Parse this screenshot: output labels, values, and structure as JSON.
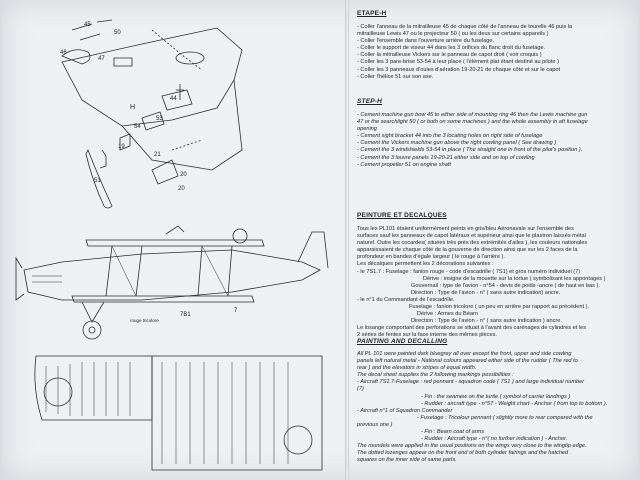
{
  "drawing": {
    "labels": {
      "l45": "45",
      "l46": "46",
      "l50": "50",
      "l47": "47",
      "lH": "H",
      "l44": "44",
      "l53": "53",
      "l54": "54",
      "l19": "19",
      "l20": "20",
      "l21": "21",
      "l51": "51",
      "l20b": "20",
      "rouge": "rouge tricolore",
      "l7b1": "7B1",
      "l7": "7"
    }
  },
  "etape_h": {
    "title": "ETAPE-H",
    "lines": [
      "- Coller l'anneau de la mitrailleuse 45 de chaque côté de l'anneau de tourelle 46 puis la",
      "mitrailleuse Lewis 47 ou le projecteur 50 ( ou les deux sur certains appareils )",
      "- Coller l'ensemble dans l'ouverture arrière du fuselage.",
      "- Coller le support de viseur 44 dans les 3 orifices du flanc droit du fuselage.",
      "- Coller la mitrailleuse Vickers sur le panneau de capot droit ( voir croquis )",
      "- Coller les 3 pare-brise 53-54 à leur place ( l'élément plat étant destiné au pilote )",
      "- Coller les 3 panneaux d'ouies d'aération 19-20-21 de chaque côté et sur le capot",
      "- Coller l'hélice 51 sur son axe."
    ]
  },
  "step_h": {
    "title": "STEP-H",
    "lines": [
      "- Cement machine gun bow 45 to either side of mounting ring 46 then the Lewis machine gun",
      "47 or the searchlight 50 ( or both on some machines ) and the whole assembly in aft fuselage",
      "opening",
      "- Cement sight bracket 44 into the 3 locating holes on right side of fuselage",
      "- Cement the Vickers machine gun above the right cowling panel ( See drawing )",
      "- Cement the 3 windshields 53-54 in place ( The straight one in front of the pilot's position ).",
      "- Cement the 3 louvre panels 19-20-21 either side and on top of cowling",
      "- Cement propeller 51 on engine shaft"
    ]
  },
  "peinture": {
    "title": "PEINTURE ET DECALQUES",
    "lines": [
      "Tous les PL101 étaient uniformément peints en gris/bleu Aéronavale sur l'ensemble des",
      "surfaces sauf les panneaux de capot latéraux et supérieur ainsi que le plastron laissés métal",
      "naturel. Outre les cocardes( situées très près des extrémités d'ailes ), les couleurs nationales",
      "apparaissaient de chaque côté de la gouverne de direction ainsi que sur les 2 faces de la",
      "profondeur en bandes d'égale largeur ( le rouge à l'arrière ).",
      "Les décalques permettent les 2 décorations suivantes :",
      "- le 7S1.7 : Fuselage : fanion rouge - code d'escadrille ( 7S1) et gros numéro individuel (7)",
      "Dérive : insigne de la mouette sur la tortue ( symbolisant les appontages )",
      "Gouvernail : type de l'avion - n°54 - devis de poids -ancre ( de haut en bas ).",
      "Direction : Type de l'avion - n° ( sans autre indication) ancre.",
      "- le n°1 du Commandant de l'escadrille.",
      "Fuselage : fanion tricolore ( un peu en arrière par rapport au précédent ).",
      "Dérive : Armes du Béarn",
      "Direction : Type de l'avion - n° ( sans autre indication ) ancre.",
      "Le losange comportant des perforations se situait à l'avant des carénages de cylindres et les",
      "2 séries de fentes sur la face interne des mêmes pièces."
    ]
  },
  "painting": {
    "title": "PAINTING AND DECALLING",
    "lines": [
      "All PL 101 were painted dark bluegrey all over except the front, upper and side cowling",
      "panels left natural metal - National colours appeared either side of the rudder ( The red to",
      "rear ) and the elevators in stripes of equal width.",
      "The decal sheet supplies the 2 following markings possibilities :",
      "- Aircraft 7S1.7-Fuselage : red pennant - squadron code ( 7S1 ) and large individual number",
      "(7)",
      "- Fin : the seamew on the turtle ( symbol of carrier landings )",
      "- Rudder : aircraft type - n°57 - Weight chart - Anchor ( from top to bottom ).",
      "- Aircraft n°1 of Squadron Commander",
      "- Fuselage : Tricolour pennant ( slightly more to rear compared with the",
      "previous one )",
      "- Fin : Bearn coat of arms",
      "- Rudder : Aircraft type - n°( no further indication ) - Anchor.",
      "The roundels were applied in the usual positions on the wings very close to the wingtip edge.",
      "The dotted lozenges appear on the front end of both cylinder fairings and the hatched",
      "squares on the inner side of same parts."
    ]
  }
}
